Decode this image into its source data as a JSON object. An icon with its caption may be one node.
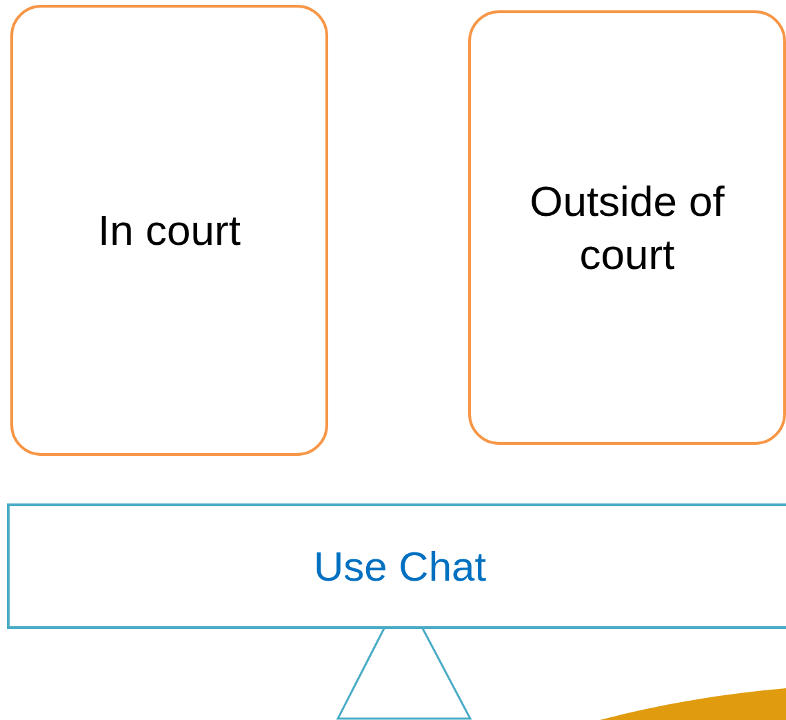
{
  "diagram": {
    "nodes": [
      {
        "text": [
          "In court"
        ]
      },
      {
        "text": [
          "Outside of court"
        ]
      },
      {
        "text": [
          "Use Chat"
        ]
      },
      {
        "text": [],
        "shape": "triangle"
      },
      {
        "text": [],
        "shape": "wedge"
      }
    ]
  }
}
